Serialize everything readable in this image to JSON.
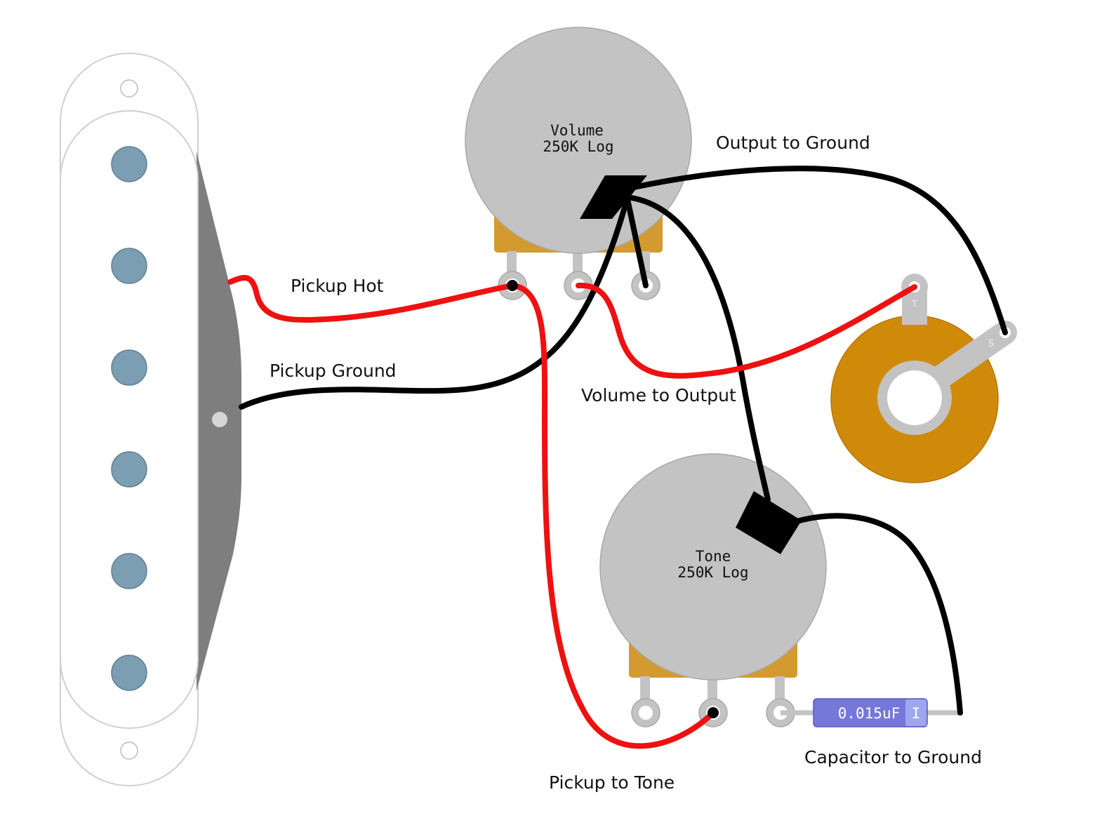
{
  "colors": {
    "hot_wire": "#ee1111",
    "ground_wire": "#000000",
    "pot_body": "#c3c3c3",
    "pot_base": "#d39a2f",
    "jack_body": "#d08a0a",
    "pole_piece": "#7b9eb2",
    "capacitor": "#7577d9",
    "pickup_shadow": "#7e7e7e"
  },
  "volume_pot": {
    "name": "Volume",
    "value": "250K Log"
  },
  "tone_pot": {
    "name": "Tone",
    "value": "250K Log"
  },
  "capacitor": {
    "value": "0.015uF",
    "mark": "I"
  },
  "jack": {
    "tip_label": "T",
    "sleeve_label": "S"
  },
  "wire_labels": {
    "pickup_hot": "Pickup Hot",
    "pickup_ground": "Pickup Ground",
    "output_to_ground": "Output to Ground",
    "volume_to_output": "Volume to Output",
    "pickup_to_tone": "Pickup to Tone",
    "capacitor_to_ground": "Capacitor to Ground"
  },
  "icons": {
    "pickup": "single-coil-pickup-icon",
    "volume": "potentiometer-icon",
    "tone": "potentiometer-icon",
    "jack": "output-jack-icon",
    "capacitor": "capacitor-icon"
  }
}
